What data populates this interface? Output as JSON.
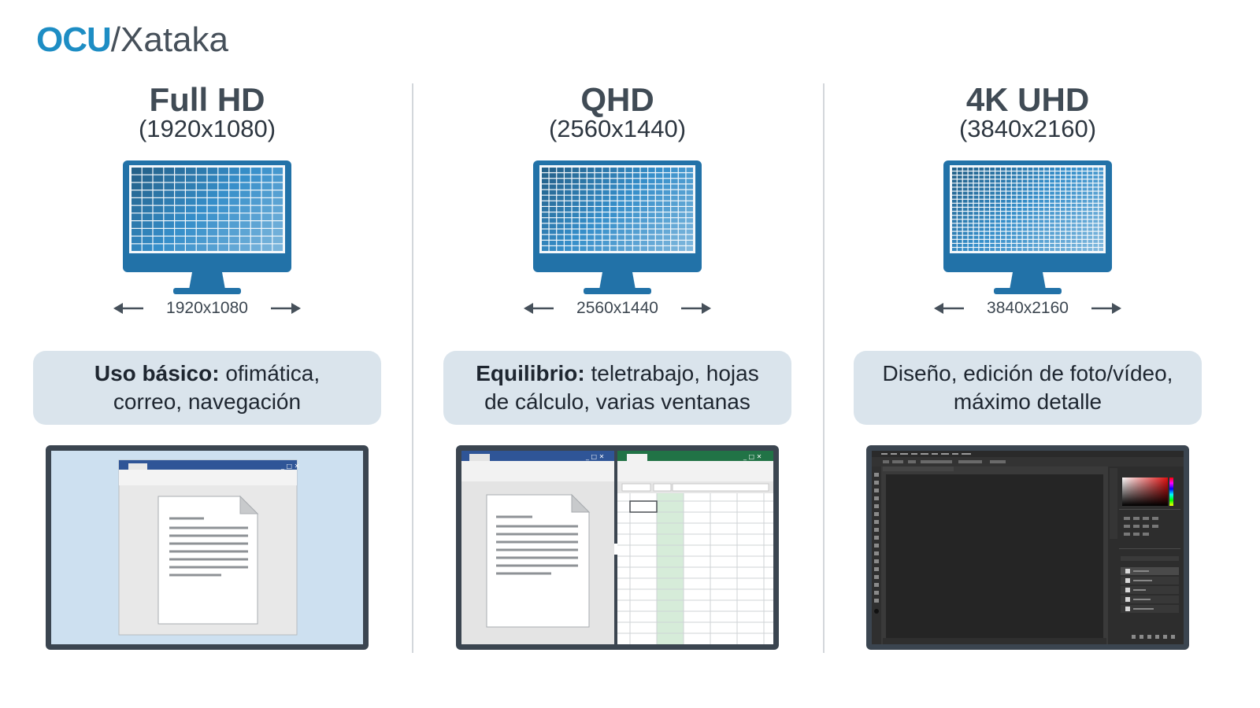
{
  "header": {
    "logo_ocu": "OCU",
    "logo_sep": "/",
    "logo_xataka": "Xataka"
  },
  "colors": {
    "accent_blue": "#1d8dc4",
    "monitor_blue": "#2272a8",
    "card_bg": "#dae4ec",
    "text_dark": "#404b55"
  },
  "columns": [
    {
      "title": "Full HD",
      "subtitle": "(1920x1080)",
      "resolution": "1920x1080",
      "grid_density": "low",
      "usage_bold": "Uso básico:",
      "usage_line1": " ofimática,",
      "usage_line2": "correo, navegación",
      "preview": "word-processor"
    },
    {
      "title": "QHD",
      "subtitle": "(2560x1440)",
      "resolution": "2560x1440",
      "grid_density": "medium",
      "usage_bold": "Equilibrio:",
      "usage_line1": " teletrabajo, hojas",
      "usage_line2": "de cálculo, varias ventanas",
      "preview": "split-document-spreadsheet"
    },
    {
      "title": "4K UHD",
      "subtitle": "(3840x2160)",
      "resolution": "3840x2160",
      "grid_density": "high",
      "usage_bold": "",
      "usage_line1": "Diseño, edición de foto/vídeo,",
      "usage_line2": "máximo detalle",
      "preview": "photo-editor"
    }
  ]
}
